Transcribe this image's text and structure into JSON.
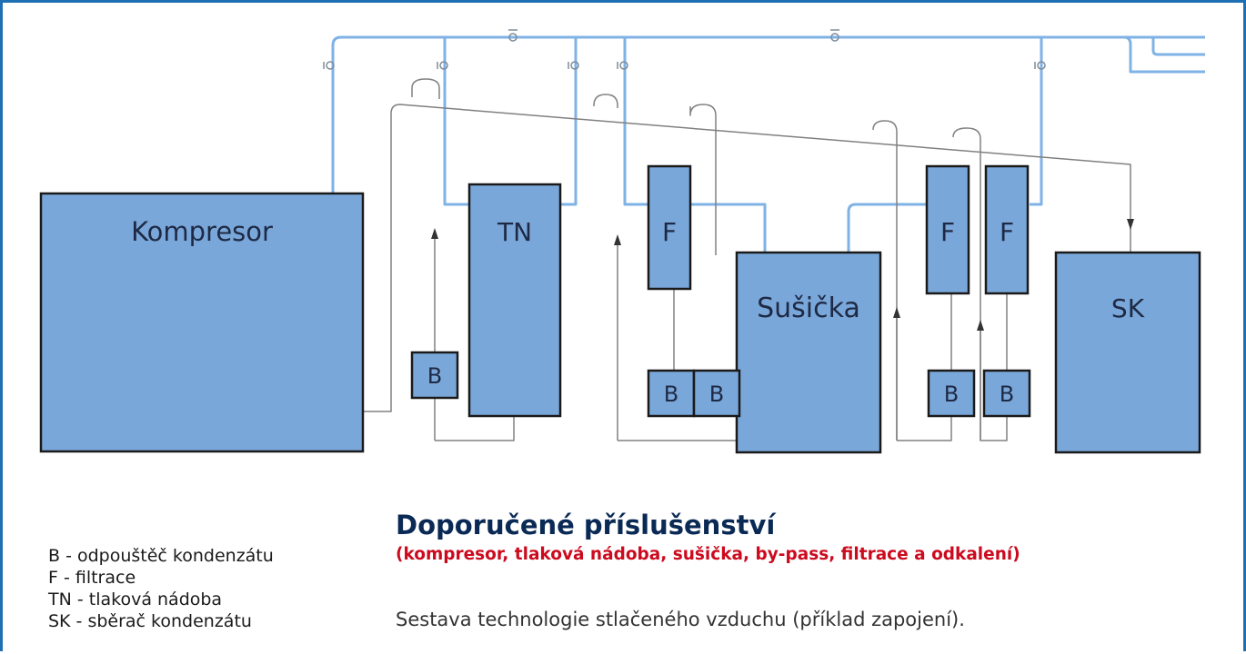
{
  "diagram": {
    "units": {
      "kompresor": "Kompresor",
      "tn": "TN",
      "filter": "F",
      "susicka": "Sušička",
      "sk": "SK",
      "bleeder": "B"
    }
  },
  "legend": [
    "B - odpouštěč kondenzátu",
    "F - filtrace",
    "TN - tlaková nádoba",
    "SK - sběrač kondenzátu"
  ],
  "heading": "Doporučené příslušenství",
  "subheading": "(kompresor, tlaková nádoba, sušička, by-pass, filtrace a odkalení)",
  "caption": "Sestava technologie stlačeného vzduchu (příklad zapojení).",
  "colors": {
    "frame": "#1f6fb3",
    "unit_fill": "#7aa7d9",
    "pipe_air": "#7fb2e5",
    "pipe_condensate": "#808080",
    "heading": "#0a2a55",
    "subheading": "#cc0a1e"
  }
}
